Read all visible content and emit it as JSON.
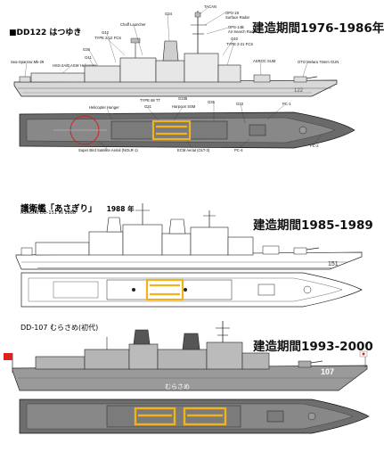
{
  "sections": [
    {
      "title": "■DD122 はつゆき",
      "period": "建造期間1976-1986年",
      "labels": {
        "tacan": "TACAN",
        "ops18": "OPS-18\nSurface Radar",
        "ops14": "OPS-14B\nAir Search Radar",
        "chaff": "Chaff Launcher",
        "g34": "G34",
        "g42": "G42",
        "type212": "TYPE 2-12 FCS",
        "g36": "G36",
        "g41": "G41",
        "seasparrow": "Sea-Sparrow Mk-29",
        "hss2a": "HSS-2A/B ASW Helicopter",
        "g40": "G40",
        "type221": "TYPE 2-21 FCS",
        "asroc": "ASROC SUM",
        "oto": "OTO Melara 76mm GUN",
        "type68": "TYPE 68 TT",
        "g35": "G35",
        "g33": "G33",
        "pc1": "PC-1",
        "heli_hangar": "Helicopter Hanger",
        "harpoon": "Harpoon SSM",
        "g335": "G335",
        "g31": "G31",
        "sat": "Super Bird Satellite Aerial (NOLR-1)",
        "ecm": "ECM Aerial (OLT-3)",
        "pc4": "PC-4",
        "pc2": "PC-2"
      }
    },
    {
      "title": "護衛艦「あさぎり」",
      "title_year": "1988 年",
      "subtitle": "ASAGIRI DD-151 IN 1988",
      "period": "建造期間1985-1989",
      "hull_number": "151"
    },
    {
      "title": "DD-107 むらさめ(初代)",
      "period": "建造期間1993-2000",
      "hull_number": "107",
      "hull_name": "むらさめ"
    }
  ],
  "colors": {
    "highlight": "#f2b219",
    "hull_gray": "#9a9a9a",
    "dark": "#222222",
    "flag_red": "#e0201c"
  }
}
